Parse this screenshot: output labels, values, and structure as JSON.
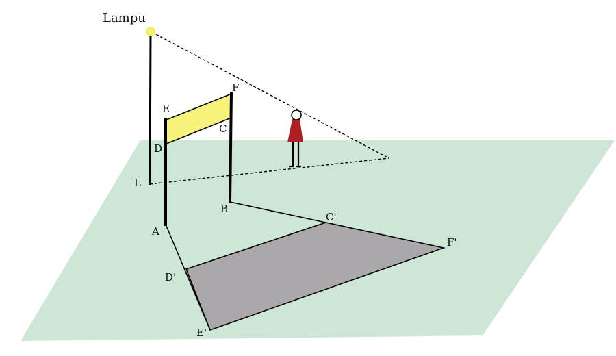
{
  "title": "Lampu",
  "labels": {
    "E": "E",
    "F": "F",
    "C": "C",
    "D": "D",
    "L": "L",
    "B": "B",
    "A": "A",
    "C_prime": "C'",
    "F_prime": "F'",
    "D_prime": "D'",
    "E_prime": "E'"
  },
  "colors": {
    "ground": "#cde6d6",
    "banner": "#f7f37a",
    "shadow": "#aaa8ab",
    "lamp": "#f4ee6e",
    "person_body": "#b01f25",
    "line": "#000000"
  }
}
